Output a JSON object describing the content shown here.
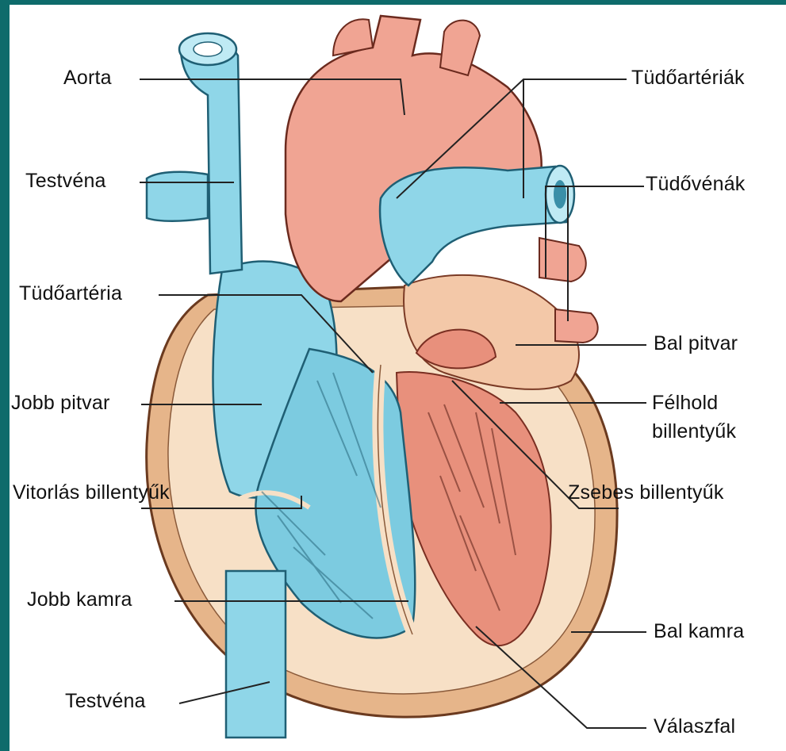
{
  "colors": {
    "frame": "#0e6b6b",
    "vein_blue": "#8fd6e8",
    "artery_red": "#f0a493",
    "muscle": "#f3c8a8",
    "chamber_inner": "#e8907c",
    "wall_outer": "#e6b58a"
  },
  "labels": {
    "aorta": "Aorta",
    "testvena_top": "Testvéna",
    "tudoarteria": "Tüdőartéria",
    "jobb_pitvar": "Jobb pitvar",
    "vitorlas": "Vitorlás billentyűk",
    "jobb_kamra": "Jobb kamra",
    "testvena_bottom": "Testvéna",
    "tudoarteriak": "Tüdőartériák",
    "tudovenak": "Tüdővénák",
    "bal_pitvar": "Bal pitvar",
    "felhold": "Félhold\nbillentyűk",
    "zsebes": "Zsebes billentyűk",
    "bal_kamra": "Bal kamra",
    "valaszfal": "Válaszfal"
  }
}
